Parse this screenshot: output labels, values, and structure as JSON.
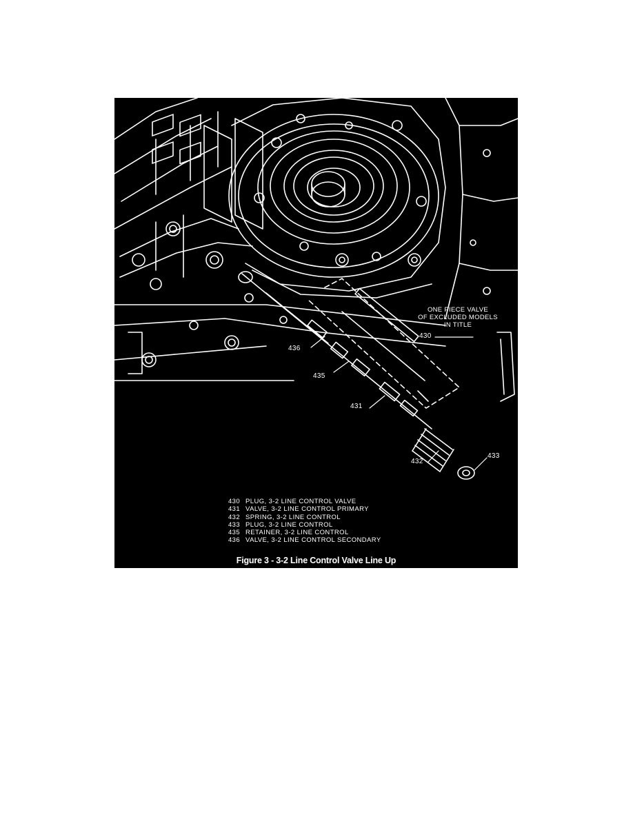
{
  "figure": {
    "note": [
      "ONE PIECE VALVE",
      "OF EXCLUDED MODELS",
      "IN TITLE"
    ],
    "callouts": {
      "c430": "430",
      "c431": "431",
      "c432": "432",
      "c433": "433",
      "c435": "435",
      "c436": "436"
    },
    "legend": [
      {
        "num": "430",
        "text": "PLUG, 3-2 LINE CONTROL VALVE"
      },
      {
        "num": "431",
        "text": "VALVE, 3-2 LINE CONTROL PRIMARY"
      },
      {
        "num": "432",
        "text": "SPRING, 3-2 LINE CONTROL"
      },
      {
        "num": "433",
        "text": "PLUG, 3-2 LINE CONTROL"
      },
      {
        "num": "435",
        "text": "RETAINER, 3-2 LINE CONTROL"
      },
      {
        "num": "436",
        "text": "VALVE, 3-2 LINE CONTROL SECONDARY"
      }
    ],
    "caption": "Figure 3 -  3-2 Line Control Valve Line Up"
  }
}
